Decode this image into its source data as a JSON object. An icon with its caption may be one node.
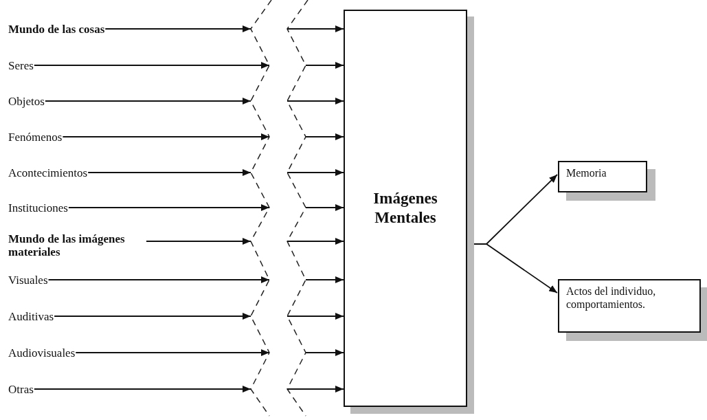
{
  "diagram": {
    "nodes": [
      {
        "text": [
          "Mundo de las cosas"
        ]
      },
      {
        "text": [
          "Seres"
        ]
      },
      {
        "text": [
          "Objetos"
        ]
      },
      {
        "text": [
          "Fenómenos"
        ]
      },
      {
        "text": [
          "Acontecimientos"
        ]
      },
      {
        "text": [
          "Instituciones"
        ]
      },
      {
        "text": [
          "Mundo de las imágenes materiales"
        ]
      },
      {
        "text": [
          "Visuales"
        ]
      },
      {
        "text": [
          "Auditivas"
        ]
      },
      {
        "text": [
          "Audiovisuales"
        ]
      },
      {
        "text": [
          "Otras"
        ]
      },
      {
        "text": [
          "Imágenes Mentales"
        ]
      },
      {
        "text": [
          "Memoria"
        ]
      },
      {
        "text": [
          "Actos del individuo, comportamientos."
        ]
      }
    ],
    "edges": [
      {
        "from": 0,
        "to": null,
        "arrow": "to"
      },
      {
        "from": 1,
        "to": null,
        "arrow": "to"
      },
      {
        "from": 2,
        "to": null,
        "arrow": "to"
      },
      {
        "from": 3,
        "to": null,
        "arrow": "to"
      },
      {
        "from": 4,
        "to": null,
        "arrow": "to"
      },
      {
        "from": 5,
        "to": null,
        "arrow": "to"
      },
      {
        "from": 6,
        "to": null,
        "arrow": "to"
      },
      {
        "from": 7,
        "to": null,
        "arrow": "to"
      },
      {
        "from": 8,
        "to": null,
        "arrow": "to"
      },
      {
        "from": 9,
        "to": null,
        "arrow": "to"
      },
      {
        "from": 10,
        "to": null,
        "arrow": "to"
      },
      {
        "from": null,
        "to": 11,
        "arrow": "to"
      },
      {
        "from": null,
        "to": 11,
        "arrow": "to"
      },
      {
        "from": null,
        "to": 11,
        "arrow": "to"
      },
      {
        "from": null,
        "to": 11,
        "arrow": "to"
      },
      {
        "from": null,
        "to": 11,
        "arrow": "to"
      },
      {
        "from": null,
        "to": 11,
        "arrow": "to"
      },
      {
        "from": null,
        "to": 11,
        "arrow": "to"
      },
      {
        "from": null,
        "to": 11,
        "arrow": "to"
      },
      {
        "from": null,
        "to": 11,
        "arrow": "to"
      },
      {
        "from": null,
        "to": 11,
        "arrow": "to"
      },
      {
        "from": null,
        "to": 11,
        "arrow": "to"
      },
      {
        "from": 11,
        "to": 12,
        "arrow": "to"
      },
      {
        "from": 11,
        "to": 13,
        "arrow": "to"
      }
    ]
  }
}
